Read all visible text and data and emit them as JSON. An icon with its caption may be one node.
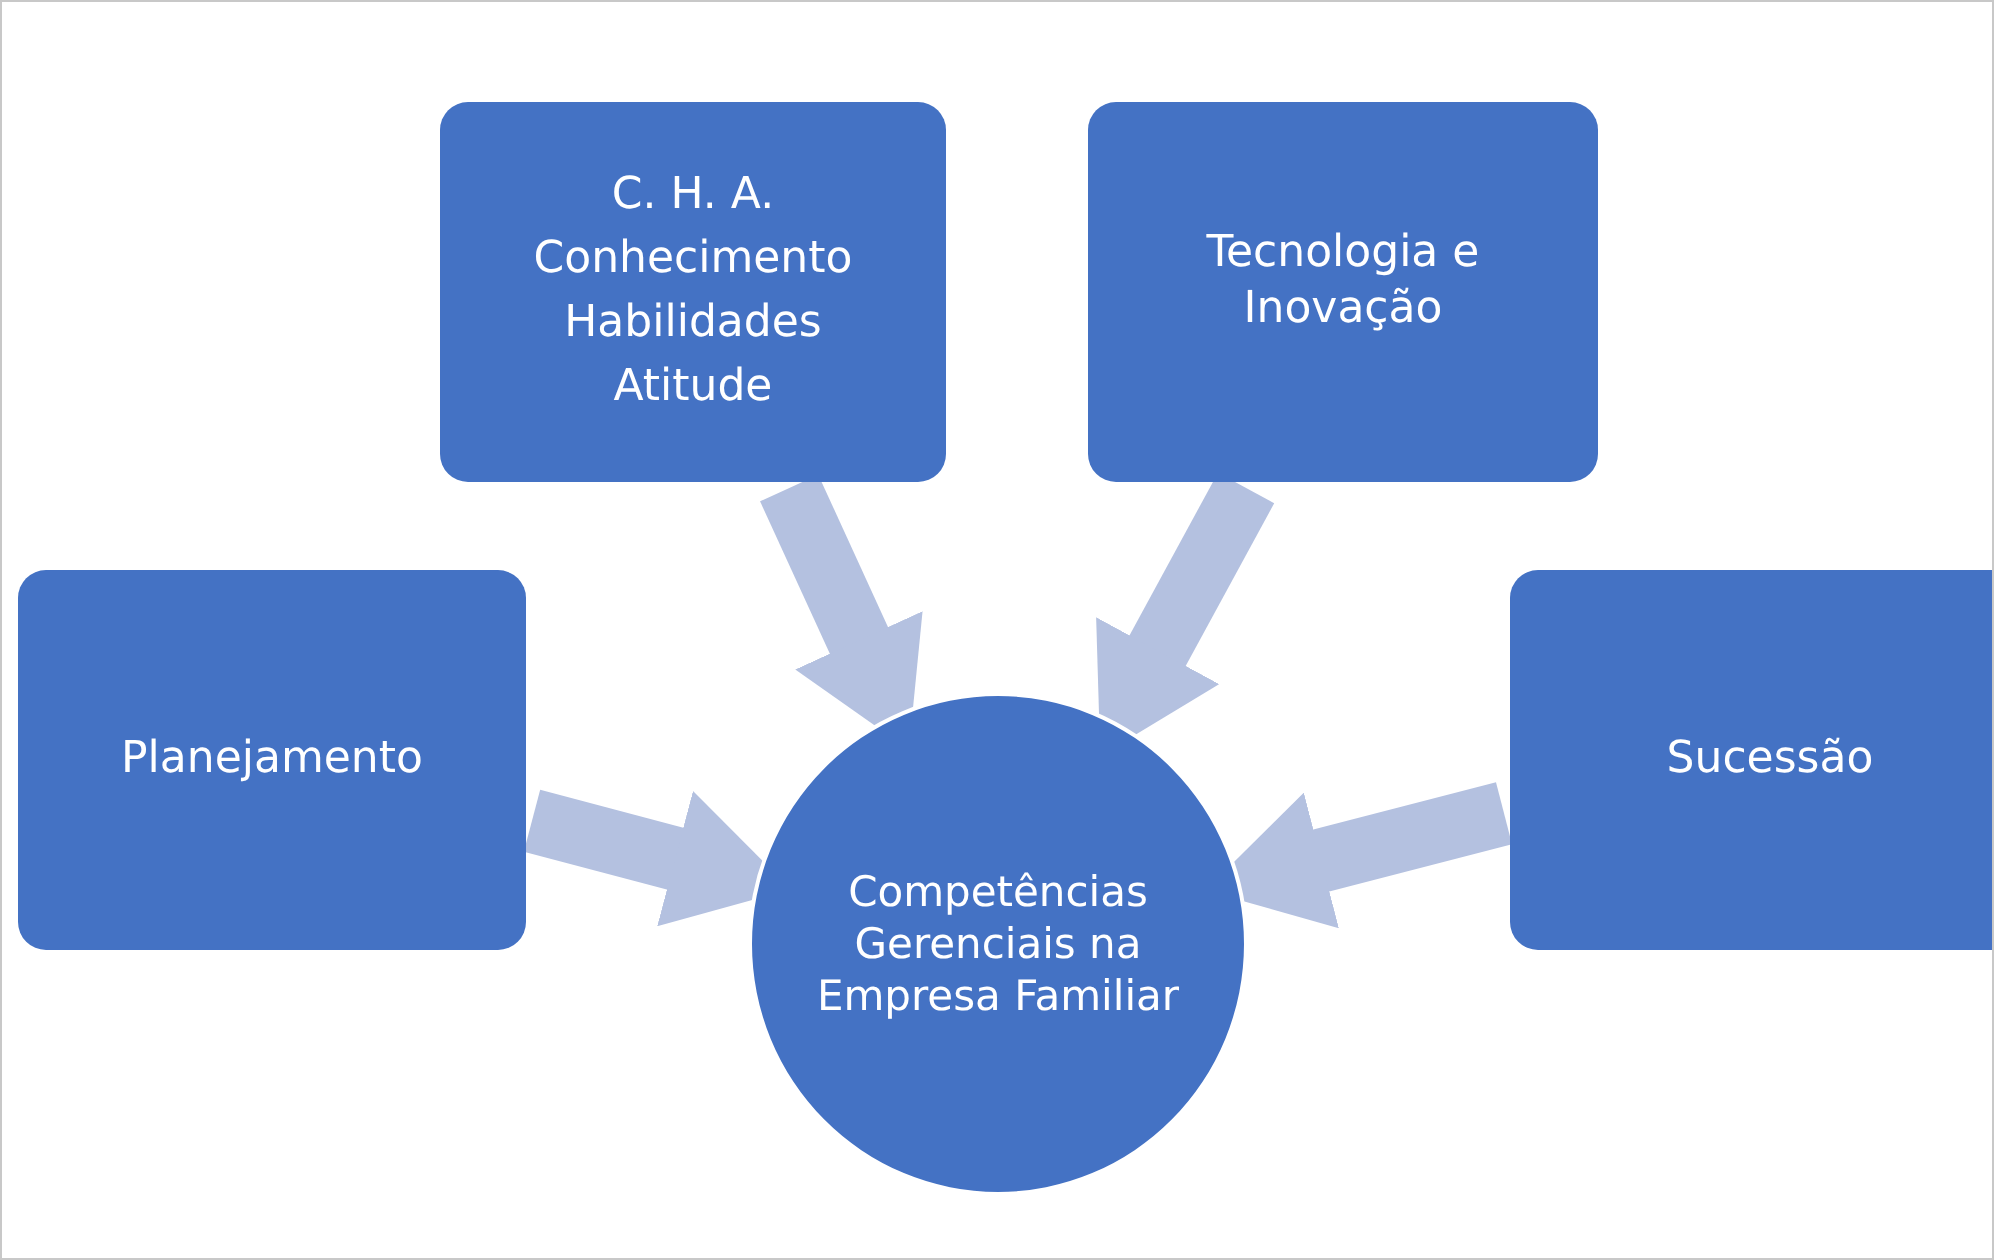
{
  "diagram": {
    "nodes": [
      {
        "text": [
          "C. H. A.",
          "Conhecimento",
          "Habilidades",
          "Atitude"
        ]
      },
      {
        "text": [
          "Tecnologia e Inovação"
        ]
      },
      {
        "text": [
          "Planejamento"
        ]
      },
      {
        "text": [
          "Sucessão"
        ]
      },
      {
        "text": [
          "Competências Gerenciais na Empresa Familiar"
        ]
      }
    ],
    "edges": [
      {
        "from": 0,
        "to": 4,
        "arrow": "to"
      },
      {
        "from": 1,
        "to": 4,
        "arrow": "to"
      },
      {
        "from": 2,
        "to": 4,
        "arrow": "to"
      },
      {
        "from": 3,
        "to": 4,
        "arrow": "to"
      }
    ]
  }
}
